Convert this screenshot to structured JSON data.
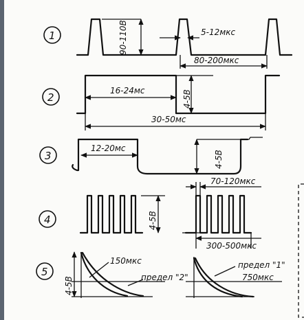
{
  "diagram": {
    "rows": [
      {
        "number": "1",
        "labels": {
          "amplitude": "90-110В",
          "pulse_width": "5-12мкс",
          "period": "80-200мкс"
        }
      },
      {
        "number": "2",
        "labels": {
          "duration": "16-24мс",
          "amplitude": "4-5В",
          "period": "30-50мс"
        }
      },
      {
        "number": "3",
        "labels": {
          "duration": "12-20мс",
          "amplitude": "4-5В"
        }
      },
      {
        "number": "4",
        "labels": {
          "amplitude": "4-5В",
          "pulse_period": "70-120мкс",
          "burst": "300-500мкс"
        }
      },
      {
        "number": "5",
        "labels": {
          "amplitude": "4-5В",
          "time_a": "150мкс",
          "limit_a": "предел \"2\"",
          "limit_b": "предел \"1\"",
          "time_b": "750мкс"
        }
      }
    ]
  }
}
